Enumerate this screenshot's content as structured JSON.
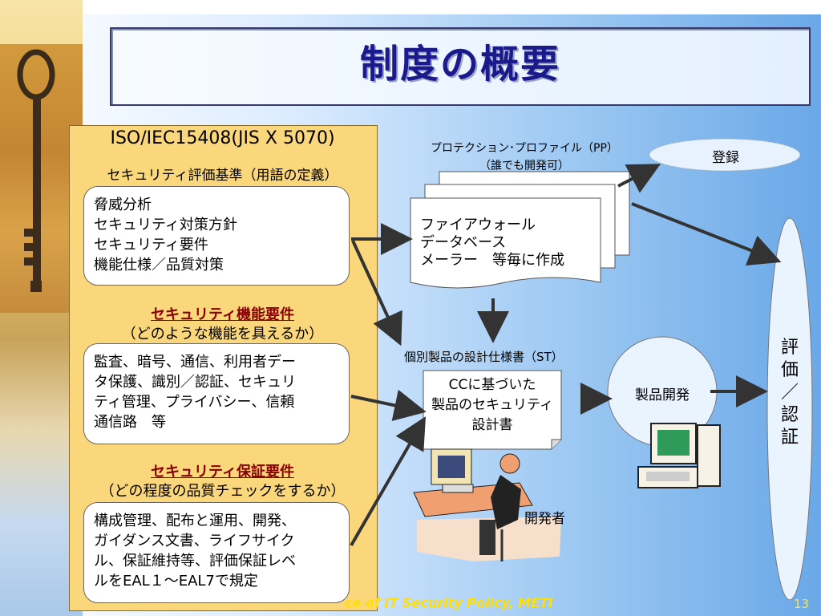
{
  "title": "制度の概要",
  "cc_panel": {
    "heading": "ISO/IEC15408(JIS X 5070)",
    "subheading": "セキュリティ評価基準（用語の定義）",
    "box1": [
      "脅威分析",
      "セキュリティ対策方針",
      "セキュリティ要件",
      "機能仕様／品質対策"
    ],
    "section2_title": "セキュリティ機能要件",
    "section2_subtitle": "（どのような機能を具えるか）",
    "box2": [
      "監査、暗号、通信、利用者デー",
      "タ保護、識別／認証、セキュリ",
      "ティ管理、プライバシー、信頼",
      "通信路　等"
    ],
    "section3_title": "セキュリティ保証要件",
    "section3_subtitle": "（どの程度の品質チェックをするか）",
    "box3": [
      "構成管理、配布と運用、開発、",
      "ガイダンス文書、ライフサイク",
      "ル、保証維持等、評価保証レベ",
      "ルをEAL１～EAL7で規定"
    ]
  },
  "pp": {
    "label_line1": "プロテクション･プロファイル（PP）",
    "label_line2": "（誰でも開発可）",
    "doc_lines": [
      "ファイアウォール",
      "データベース",
      "メーラー　等毎に作成"
    ]
  },
  "registration": "登録",
  "st": {
    "label": "個別製品の設計仕様書（ST）",
    "doc_lines": [
      "CCに基づいた",
      "製品のセキュリティ",
      "設計書"
    ]
  },
  "product_dev": "製品開発",
  "developer": "開発者",
  "evaluation": [
    "評",
    "価",
    "／",
    "認",
    "証"
  ],
  "footer": "ce of IT Security Policy, METI",
  "page_number": "13"
}
